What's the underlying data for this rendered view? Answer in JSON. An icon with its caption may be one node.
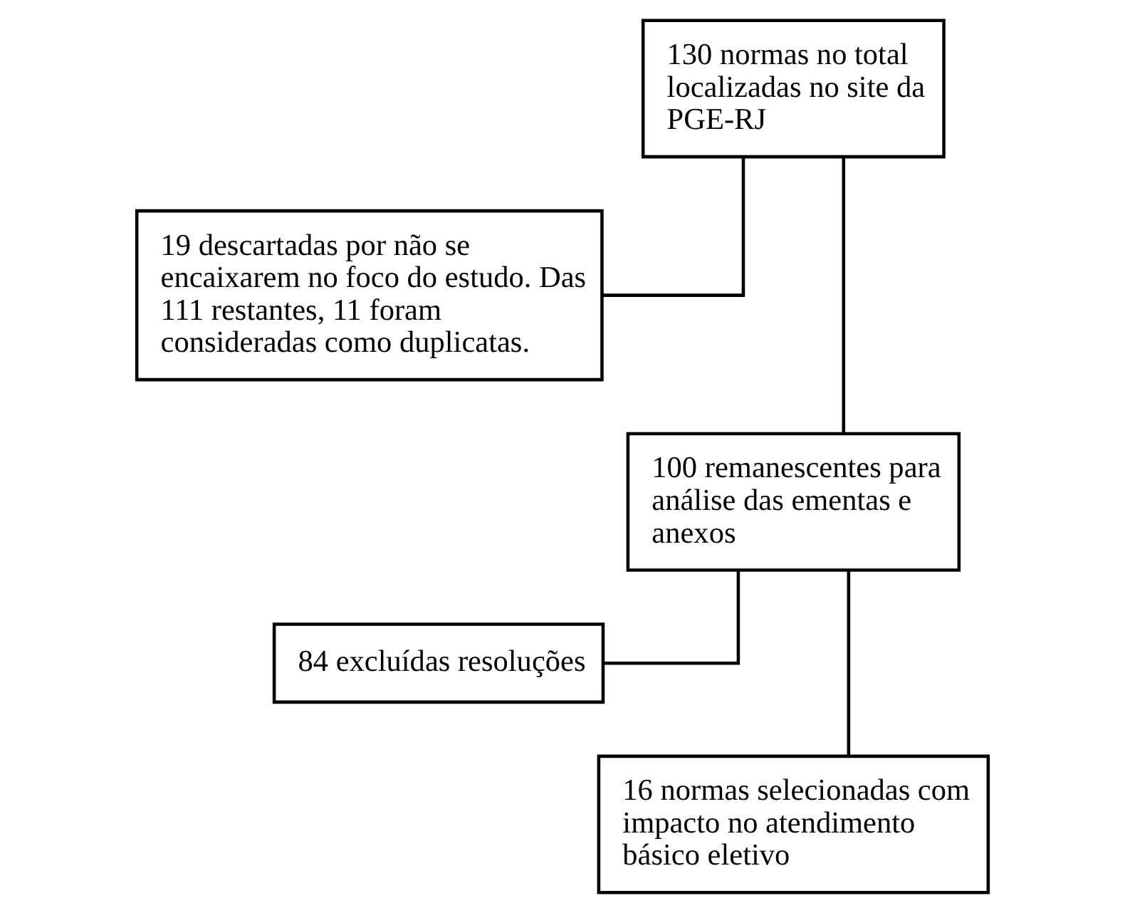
{
  "diagram": {
    "nodes": [
      {
        "text": [
          "130 normas no total localizadas no site da PGE-RJ"
        ]
      },
      {
        "text": [
          "19 descartadas por não se encaixarem no foco do estudo. Das 111 restantes, 11 foram consideradas como duplicatas."
        ]
      },
      {
        "text": [
          "100 remanescentes para análise das ementas e anexos"
        ]
      },
      {
        "text": [
          "84 excluídas resoluções"
        ]
      },
      {
        "text": [
          "16 normas selecionadas com impacto no atendimento básico eletivo"
        ]
      }
    ],
    "edges": [
      {
        "from": 0,
        "to": 2,
        "arrow": "none"
      },
      {
        "from": 0,
        "to": 1,
        "arrow": "none"
      },
      {
        "from": 2,
        "to": 4,
        "arrow": "none"
      },
      {
        "from": 2,
        "to": 3,
        "arrow": "none"
      }
    ]
  }
}
